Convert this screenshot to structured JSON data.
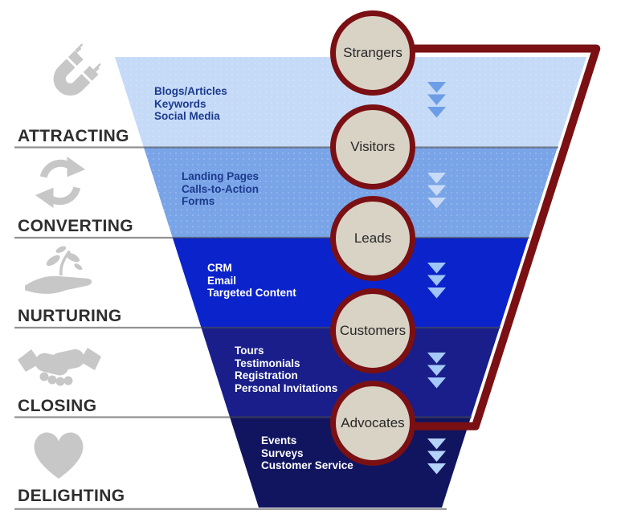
{
  "stages": [
    {
      "label": "ATTRACTING",
      "icon": "magnet"
    },
    {
      "label": "CONVERTING",
      "icon": "sync-arrows"
    },
    {
      "label": "NURTURING",
      "icon": "hand-with-plant"
    },
    {
      "label": "CLOSING",
      "icon": "handshake"
    },
    {
      "label": "DELIGHTING",
      "icon": "heart"
    }
  ],
  "levels": [
    {
      "circle": "Strangers",
      "tactics": [
        "Blogs/Articles",
        "Keywords",
        "Social Media"
      ],
      "band_color": "#c5daf7",
      "arrow_color": "#6d9de6",
      "tactic_text_color": "#1c3a8e"
    },
    {
      "circle": "Visitors",
      "tactics": [
        "Landing Pages",
        "Calls-to-Action",
        "Forms"
      ],
      "band_color": "#79a4e7",
      "arrow_color": "#c8daf6",
      "tactic_text_color": "#1c3a8e"
    },
    {
      "circle": "Leads",
      "tactics": [
        "CRM",
        "Email",
        "Targeted Content"
      ],
      "band_color": "#0b23cb",
      "arrow_color": "#9fc4f7",
      "tactic_text_color": "#ffffff"
    },
    {
      "circle": "Customers",
      "tactics": [
        "Tours",
        "Testimonials",
        "Registration",
        "Personal Invitations"
      ],
      "band_color": "#191e8a",
      "arrow_color": "#a5c9f8",
      "tactic_text_color": "#ffffff"
    },
    {
      "circle": "Advocates",
      "tactics": [
        "Events",
        "Surveys",
        "Customer Service"
      ],
      "band_color": "#111560",
      "arrow_color": "#b5d2f8",
      "tactic_text_color": "#ffffff"
    }
  ],
  "colors": {
    "journey_line": "#7a1013",
    "circle_fill": "#d9d3c6",
    "circle_border": "#7a1013",
    "separator": "#4a4b4d",
    "stage_label": "#2e2e2e",
    "icon_gray": "#c7c7c7"
  }
}
